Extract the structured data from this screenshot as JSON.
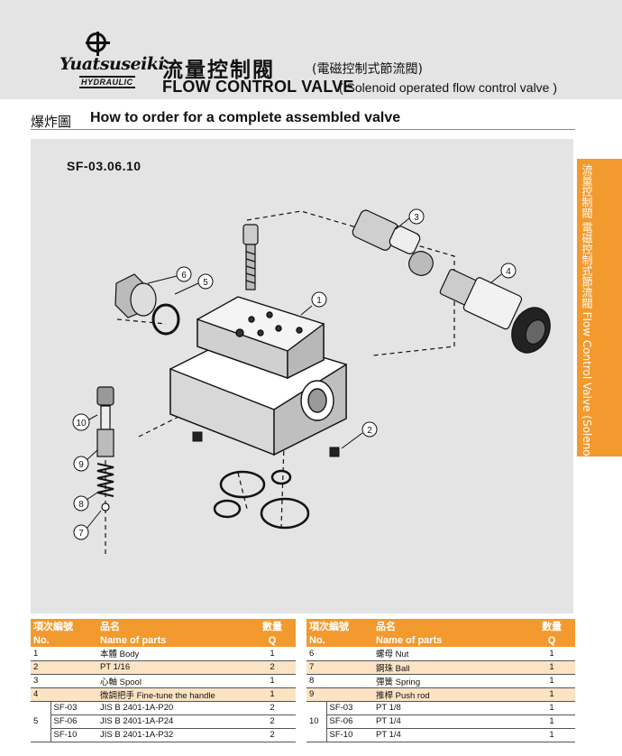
{
  "header": {
    "logo_brand": "Yuatsuseiki",
    "logo_sub": "HYDRAULIC",
    "title_zh": "流量控制閥",
    "title_zh_sub": "(電磁控制式節流閥)",
    "title_en": "FLOW CONTROL VALVE",
    "title_en_sub": "( Solenoid operated flow control valve )"
  },
  "section": {
    "title_zh": "爆炸圖",
    "title_en": "How to order for a complete assembled valve"
  },
  "diagram": {
    "model": "SF-03.06.10",
    "callouts": [
      "1",
      "2",
      "3",
      "4",
      "5",
      "6",
      "7",
      "8",
      "9",
      "10"
    ]
  },
  "side_tab": {
    "text": "流量控制閥 電磁控制式節流閥 Flow Control Valve (Solenoid operated flow control valve)"
  },
  "table_headers": {
    "no_zh": "項次編號",
    "no_en": "No.",
    "name_zh": "品名",
    "name_en": "Name of parts",
    "qty_zh": "數量",
    "qty_en": "Q"
  },
  "left_rows": [
    {
      "no": "1",
      "name": "本體 Body",
      "q": "1"
    },
    {
      "no": "2",
      "name": "PT 1/16",
      "q": "2"
    },
    {
      "no": "3",
      "name": "心軸 Spool",
      "q": "1"
    },
    {
      "no": "4",
      "name": "微調把手 Fine-tune the handle",
      "q": "1"
    }
  ],
  "left_group": {
    "no": "5",
    "rows": [
      {
        "sub": "SF-03",
        "name": "JIS B 2401-1A-P20",
        "q": "2"
      },
      {
        "sub": "SF-06",
        "name": "JIS B 2401-1A-P24",
        "q": "2"
      },
      {
        "sub": "SF-10",
        "name": "JIS B 2401-1A-P32",
        "q": "2"
      }
    ]
  },
  "right_rows": [
    {
      "no": "6",
      "name": "螺母 Nut",
      "q": "1"
    },
    {
      "no": "7",
      "name": "鋼珠 Ball",
      "q": "1"
    },
    {
      "no": "8",
      "name": "彈簧 Spring",
      "q": "1"
    },
    {
      "no": "9",
      "name": "推桿 Push rod",
      "q": "1"
    }
  ],
  "right_group": {
    "no": "10",
    "rows": [
      {
        "sub": "SF-03",
        "name": "PT 1/8",
        "q": "1"
      },
      {
        "sub": "SF-06",
        "name": "PT 1/4",
        "q": "1"
      },
      {
        "sub": "SF-10",
        "name": "PT 1/4",
        "q": "1"
      }
    ]
  }
}
